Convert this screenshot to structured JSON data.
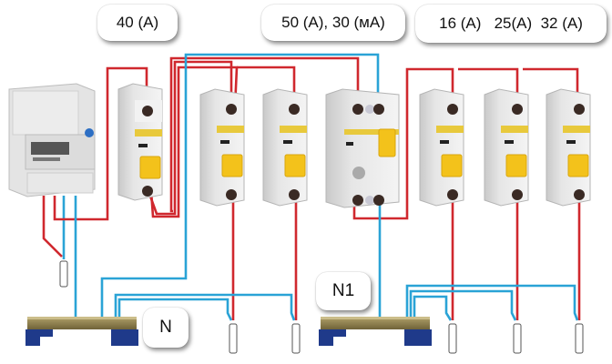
{
  "title": "Apartment electrical panel wiring diagram",
  "labels": {
    "main_breaker": "40 (A)",
    "rcd": "50 (A), 30 (мА)",
    "branch_breakers": "16 (A)   25(A)  32 (A)",
    "neutral_bus": "N",
    "neutral_bus_rcd": "N1"
  },
  "components": {
    "meter": "electricity-meter",
    "main_breaker": "circuit-breaker-40A",
    "group_breakers_left": [
      "circuit-breaker",
      "circuit-breaker"
    ],
    "rcd": "residual-current-device",
    "group_breakers_right": [
      "circuit-breaker-16A",
      "circuit-breaker-25A",
      "circuit-breaker-32A"
    ],
    "neutral_buses": [
      "N",
      "N1"
    ],
    "outputs": 6
  },
  "colors": {
    "phase_wire": "#d0282e",
    "neutral_wire": "#2aa3d6",
    "breaker_body": "#e3e3e3",
    "breaker_lever": "#f3c21b",
    "bus_bar": "#8a7a4a",
    "bus_insulator": "#1f3a8a"
  }
}
